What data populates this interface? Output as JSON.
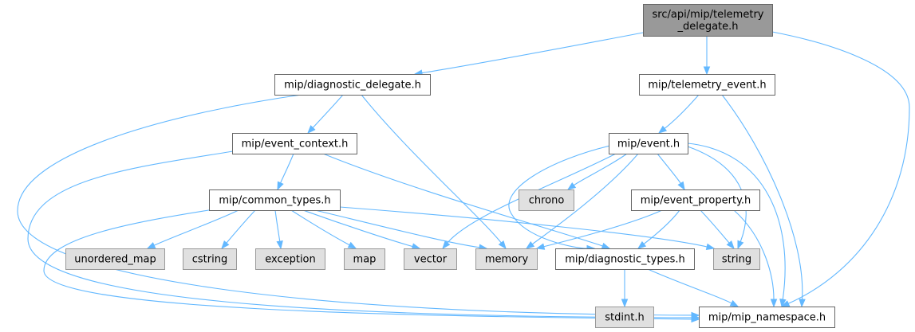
{
  "diagram": {
    "type": "include-dependency-graph",
    "colors": {
      "edge": "#63b8ff",
      "root_fill": "#999999",
      "internal_fill": "#ffffff",
      "internal_border": "#666666",
      "external_fill": "#e0e0e0",
      "external_border": "#999999"
    },
    "nodes": [
      {
        "id": "root",
        "kind": "root",
        "lines": [
          "src/api/mip/telemetry",
          "_delegate.h"
        ]
      },
      {
        "id": "diag_delegate",
        "kind": "internal",
        "lines": [
          "mip/diagnostic_delegate.h"
        ]
      },
      {
        "id": "telemetry_event",
        "kind": "internal",
        "lines": [
          "mip/telemetry_event.h"
        ]
      },
      {
        "id": "event_context",
        "kind": "internal",
        "lines": [
          "mip/event_context.h"
        ]
      },
      {
        "id": "event",
        "kind": "internal",
        "lines": [
          "mip/event.h"
        ]
      },
      {
        "id": "common_types",
        "kind": "internal",
        "lines": [
          "mip/common_types.h"
        ]
      },
      {
        "id": "chrono",
        "kind": "external",
        "lines": [
          "chrono"
        ]
      },
      {
        "id": "event_property",
        "kind": "internal",
        "lines": [
          "mip/event_property.h"
        ]
      },
      {
        "id": "unordered_map",
        "kind": "external",
        "lines": [
          "unordered_map"
        ]
      },
      {
        "id": "cstring",
        "kind": "external",
        "lines": [
          "cstring"
        ]
      },
      {
        "id": "exception",
        "kind": "external",
        "lines": [
          "exception"
        ]
      },
      {
        "id": "map",
        "kind": "external",
        "lines": [
          "map"
        ]
      },
      {
        "id": "vector",
        "kind": "external",
        "lines": [
          "vector"
        ]
      },
      {
        "id": "memory",
        "kind": "external",
        "lines": [
          "memory"
        ]
      },
      {
        "id": "diag_types",
        "kind": "internal",
        "lines": [
          "mip/diagnostic_types.h"
        ]
      },
      {
        "id": "string",
        "kind": "external",
        "lines": [
          "string"
        ]
      },
      {
        "id": "stdint",
        "kind": "external",
        "lines": [
          "stdint.h"
        ]
      },
      {
        "id": "mip_namespace",
        "kind": "internal",
        "lines": [
          "mip/mip_namespace.h"
        ]
      }
    ],
    "edges": [
      {
        "from": "root",
        "to": "diag_delegate"
      },
      {
        "from": "root",
        "to": "telemetry_event"
      },
      {
        "from": "root",
        "to": "mip_namespace"
      },
      {
        "from": "diag_delegate",
        "to": "event_context"
      },
      {
        "from": "diag_delegate",
        "to": "memory"
      },
      {
        "from": "diag_delegate",
        "to": "mip_namespace"
      },
      {
        "from": "telemetry_event",
        "to": "event"
      },
      {
        "from": "telemetry_event",
        "to": "mip_namespace"
      },
      {
        "from": "event_context",
        "to": "common_types"
      },
      {
        "from": "event_context",
        "to": "diag_types"
      },
      {
        "from": "event_context",
        "to": "mip_namespace"
      },
      {
        "from": "event",
        "to": "chrono"
      },
      {
        "from": "event",
        "to": "event_property"
      },
      {
        "from": "event",
        "to": "vector"
      },
      {
        "from": "event",
        "to": "memory"
      },
      {
        "from": "event",
        "to": "diag_types"
      },
      {
        "from": "event",
        "to": "string"
      },
      {
        "from": "event",
        "to": "mip_namespace"
      },
      {
        "from": "common_types",
        "to": "unordered_map"
      },
      {
        "from": "common_types",
        "to": "cstring"
      },
      {
        "from": "common_types",
        "to": "exception"
      },
      {
        "from": "common_types",
        "to": "map"
      },
      {
        "from": "common_types",
        "to": "vector"
      },
      {
        "from": "common_types",
        "to": "memory"
      },
      {
        "from": "common_types",
        "to": "string"
      },
      {
        "from": "common_types",
        "to": "mip_namespace"
      },
      {
        "from": "event_property",
        "to": "memory"
      },
      {
        "from": "event_property",
        "to": "diag_types"
      },
      {
        "from": "event_property",
        "to": "string"
      },
      {
        "from": "event_property",
        "to": "mip_namespace"
      },
      {
        "from": "diag_types",
        "to": "stdint"
      },
      {
        "from": "diag_types",
        "to": "mip_namespace"
      }
    ]
  }
}
